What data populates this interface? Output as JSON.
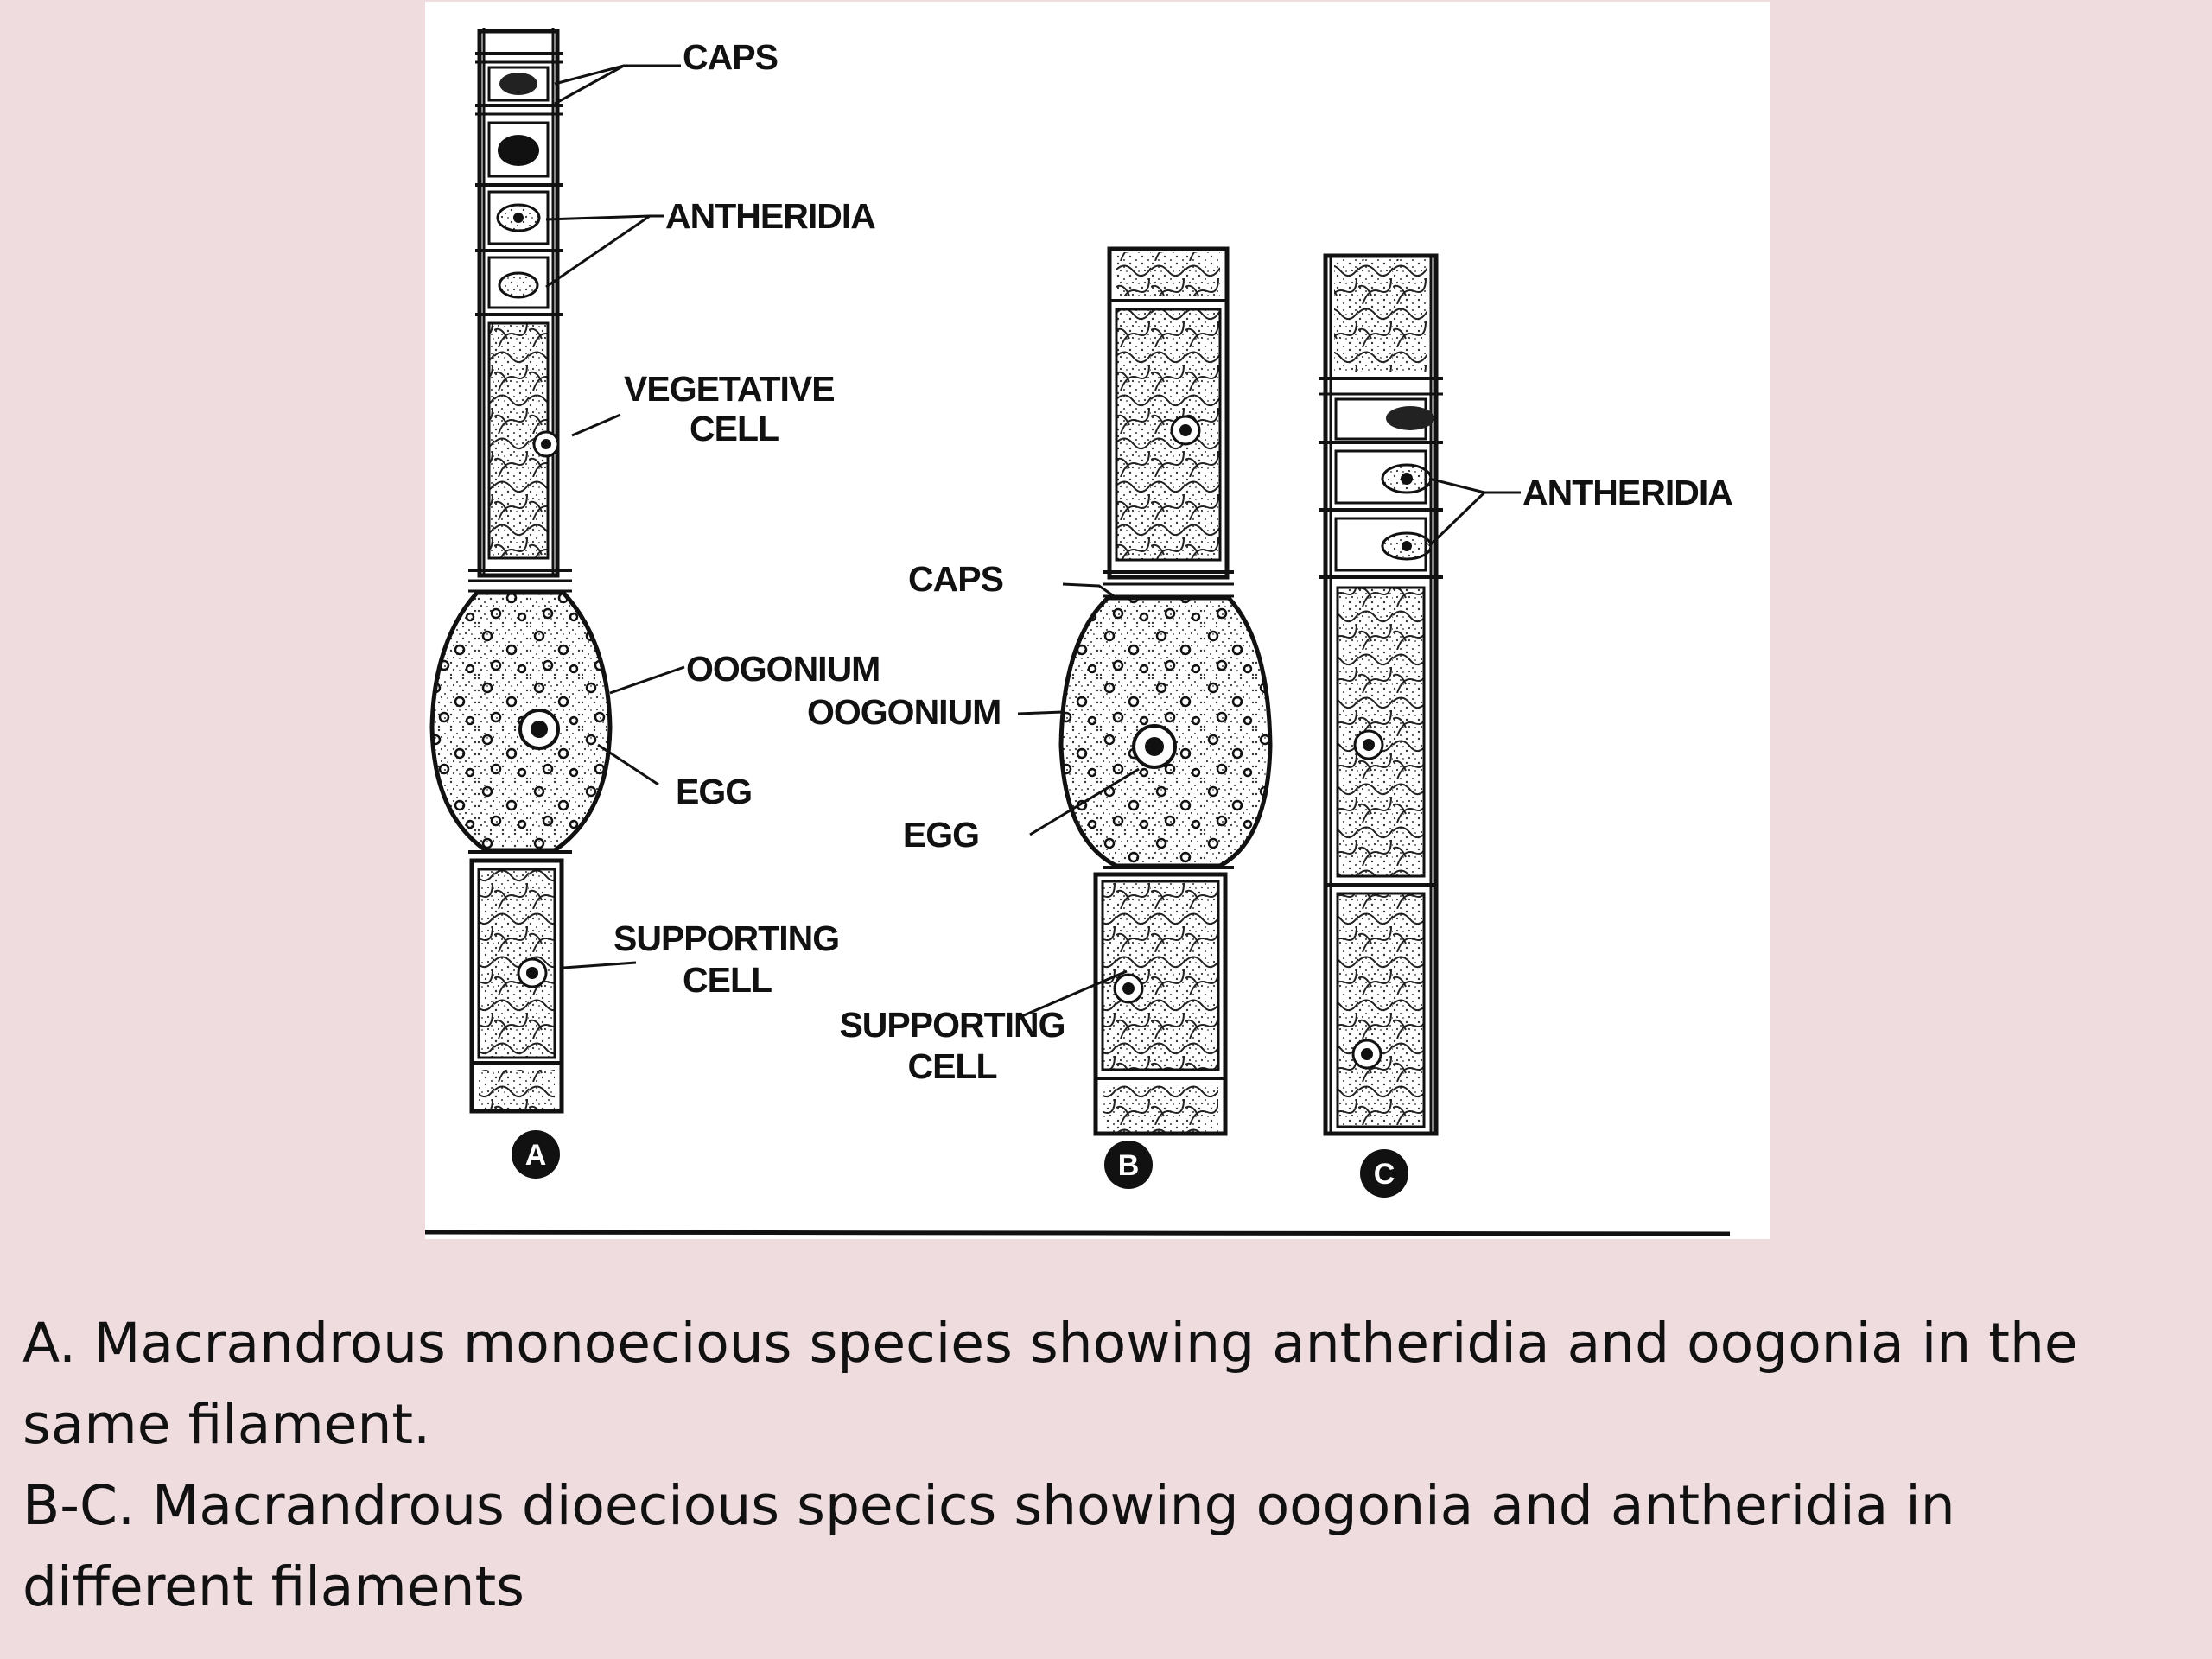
{
  "figure": {
    "panel_a": {
      "letter": "A",
      "labels": {
        "caps": "CAPS",
        "antheridia": "ANTHERIDIA",
        "vegetative_line1": "VEGETATIVE",
        "vegetative_line2": "CELL",
        "oogonium": "OOGONIUM",
        "egg": "EGG",
        "supporting_line1": "SUPPORTING",
        "supporting_line2": "CELL"
      }
    },
    "panel_b": {
      "letter": "B",
      "labels": {
        "caps": "CAPS",
        "oogonium": "OOGONIUM",
        "egg": "EGG",
        "supporting_line1": "SUPPORTING",
        "supporting_line2": "CELL"
      }
    },
    "panel_c": {
      "letter": "C",
      "labels": {
        "antheridia": "ANTHERIDIA"
      }
    }
  },
  "caption": {
    "line_a": "A. Macrandrous monoecious species showing antheridia and oogonia in the same filament.",
    "line_bc": "B-C. Macrandrous dioecious specics showing oogonia and antheridia in different filaments"
  },
  "colors": {
    "background": "#efdcdf",
    "figure_background": "#ffffff",
    "ink": "#111111"
  }
}
